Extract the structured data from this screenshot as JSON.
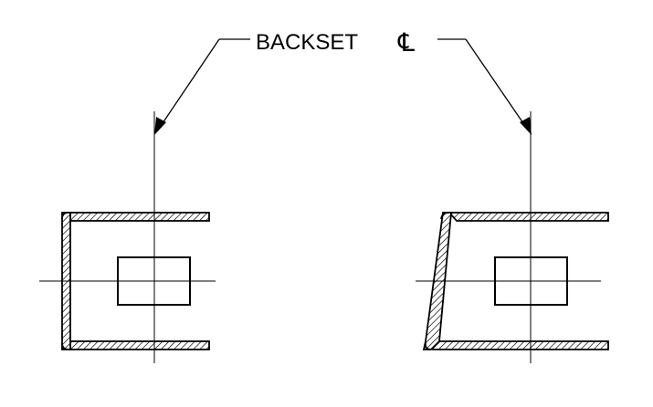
{
  "callout": {
    "text": "BACKSET",
    "symbol": "℄"
  },
  "colors": {
    "line": "#000000",
    "background": "#ffffff"
  },
  "details": [
    {
      "name": "square-edge-detail"
    },
    {
      "name": "beveled-edge-detail"
    }
  ]
}
